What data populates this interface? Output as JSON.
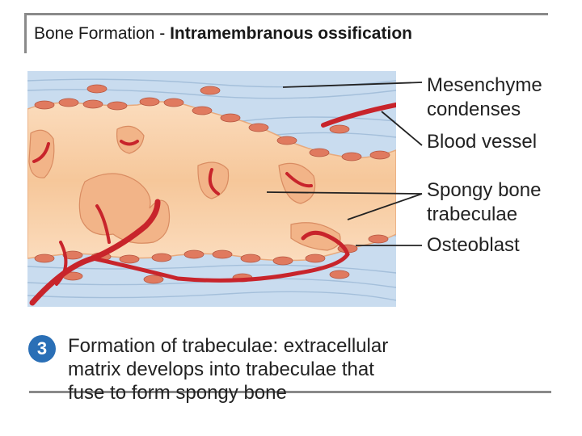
{
  "title": {
    "prefix": "Bone Formation - ",
    "bold": "Intramembranous ossification"
  },
  "labels": {
    "mesenchyme_line1": "Mesenchyme",
    "mesenchyme_line2": "condenses",
    "blood_vessel": "Blood vessel",
    "spongy_line1": "Spongy bone",
    "spongy_line2": "trabeculae",
    "osteoblast": "Osteoblast"
  },
  "step": {
    "number": "3",
    "lines": [
      "Formation of trabeculae: extracellular",
      "matrix develops into trabeculae that",
      "fuse to form spongy bone"
    ]
  },
  "colors": {
    "tissue_blue": "#c9dcef",
    "bone": "#f6c79a",
    "bone_light": "#fbdcbd",
    "vessel": "#c8242b",
    "cell": "#e07a5f",
    "badge": "#2a6fb6"
  }
}
